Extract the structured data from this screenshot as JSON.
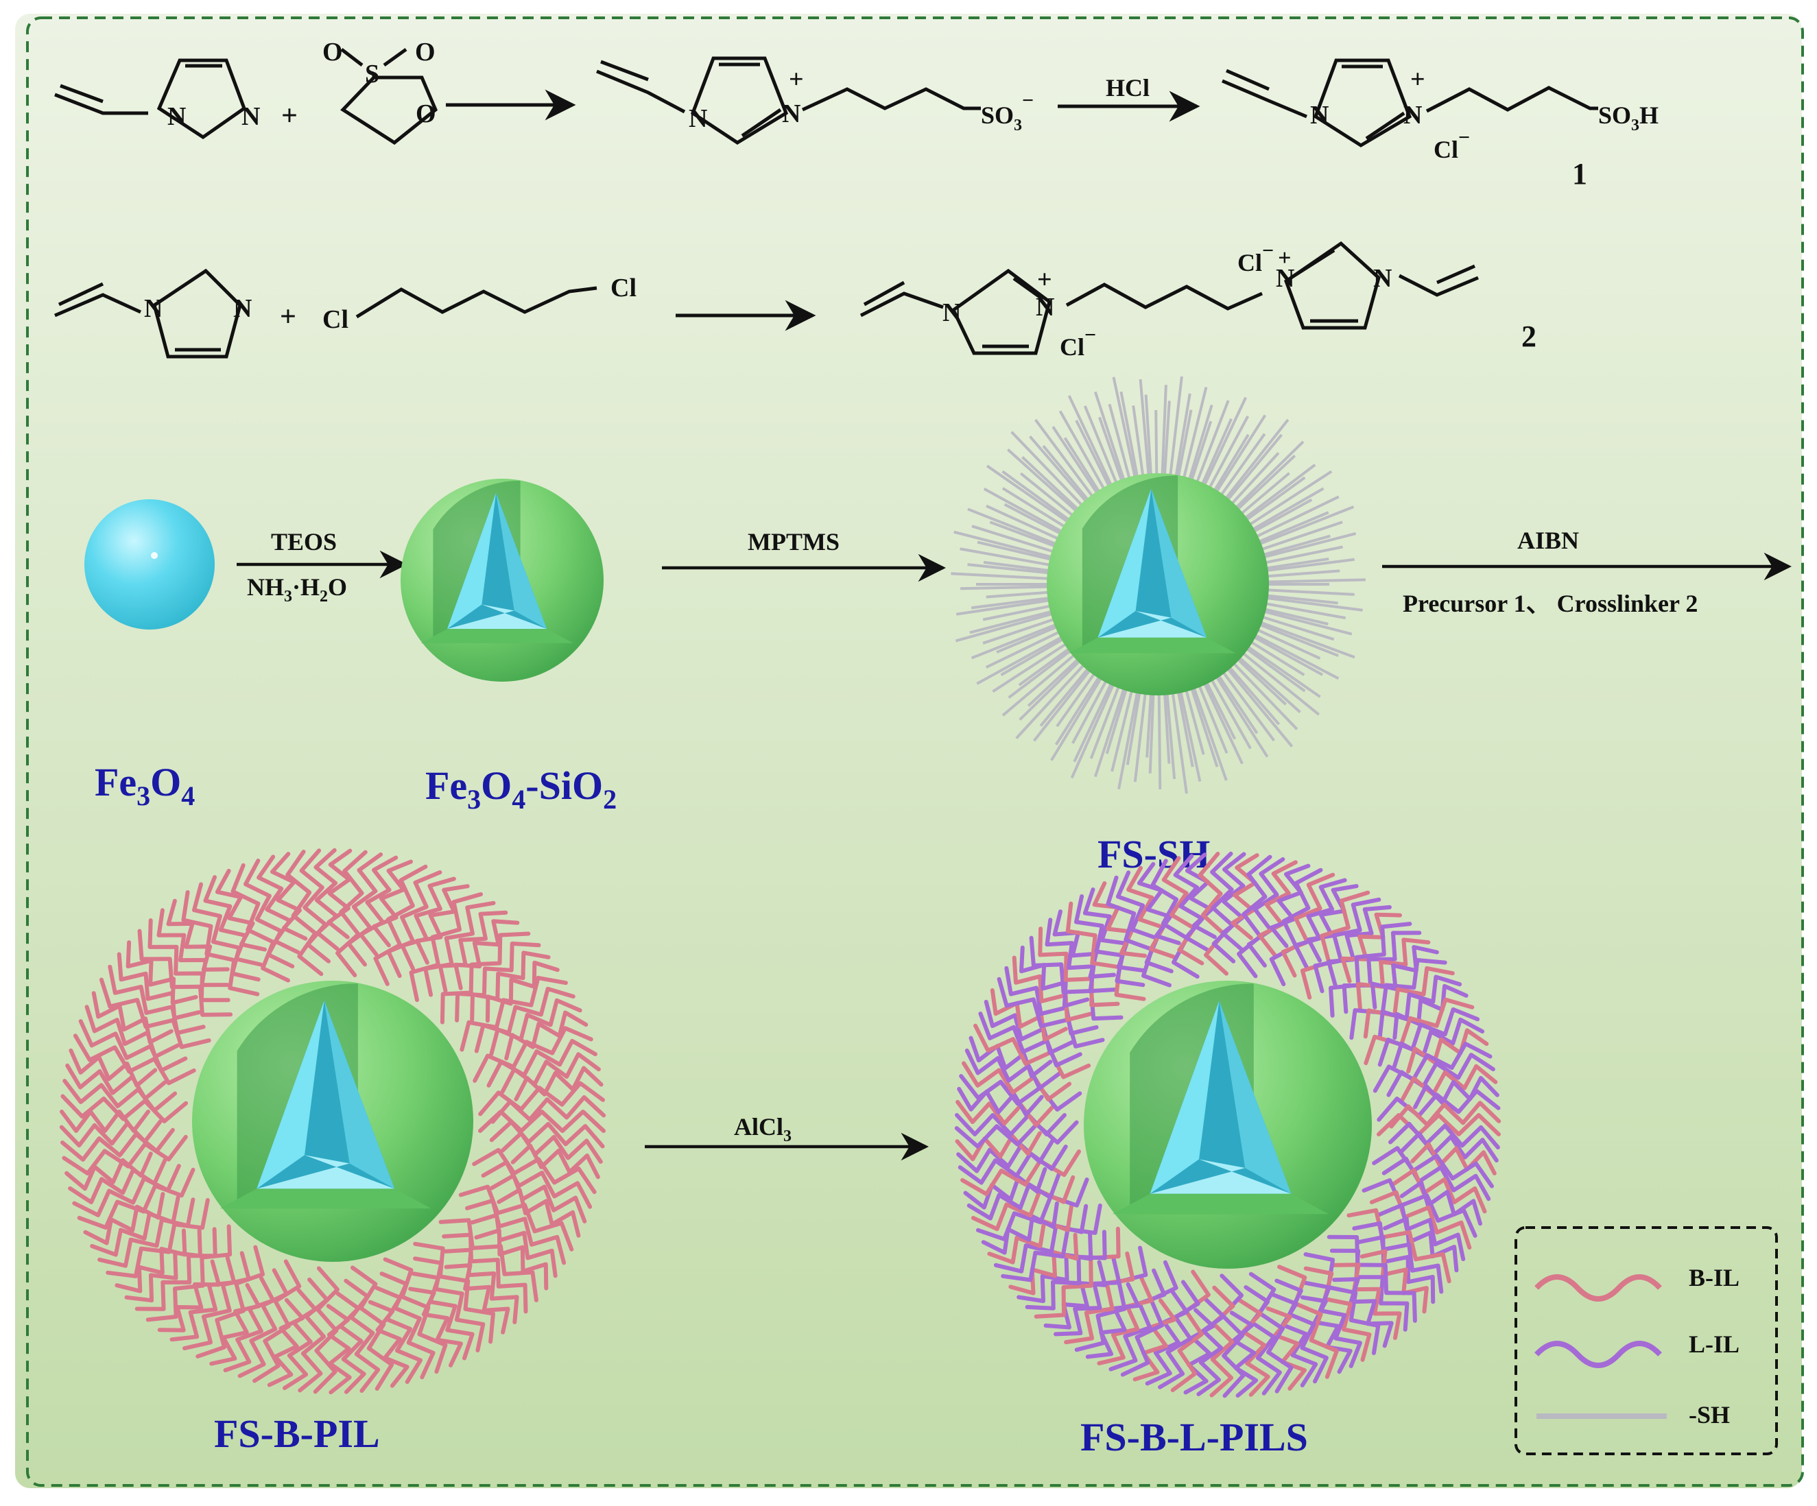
{
  "colors": {
    "bg_top": "#e9f0df",
    "bg_bottom": "#c8dfb0",
    "frame": "#2f7a3a",
    "label": "#1a1aa6",
    "core": "#4fd6ec",
    "shell": "#79d27a",
    "b_il": "#d9788a",
    "l_il": "#a46ad6",
    "sh": "#b9b9c2"
  },
  "reaction1": {
    "plus": "+",
    "sultone_o1": "O",
    "sultone_o2": "O",
    "sultone_s": "S",
    "sultone_o_ring": "O",
    "reagent_hcl": "HCl",
    "atom_n": "N",
    "charge_plus": "+",
    "sulfonate": "SO",
    "sulfonate_sub": "3",
    "sulfonate_charge": "−",
    "acid": "SO",
    "acid_sub": "3",
    "acid_h": "H",
    "chloride": "Cl",
    "chloride_charge": "−",
    "compound_number": "1"
  },
  "reaction2": {
    "plus": "+",
    "cl": "Cl",
    "chloride": "Cl",
    "chloride_charge": "−",
    "charge_plus": "+",
    "atom_n": "N",
    "compound_number": "2"
  },
  "synthesis": {
    "step1_reagent_top": "TEOS",
    "step1_reagent_bottom": "NH",
    "step1_reagent_bottom_sub1": "3",
    "step1_reagent_bottom_mid": "·H",
    "step1_reagent_bottom_sub2": "2",
    "step1_reagent_bottom_end": "O",
    "step2_reagent": "MPTMS",
    "step3_reagent_top": "AIBN",
    "step3_reagent_bottom": "Precursor 1、 Crosslinker 2",
    "step4_reagent": "AlCl",
    "step4_reagent_sub": "3"
  },
  "particles": {
    "fe3o4": {
      "a": "Fe",
      "sub1": "3",
      "b": "O",
      "sub2": "4"
    },
    "fe3o4_sio2": {
      "a": "Fe",
      "sub1": "3",
      "b": "O",
      "sub2": "4",
      "c": "-SiO",
      "sub3": "2"
    },
    "fs_sh": "FS-SH",
    "fs_b_pil": "FS-B-PIL",
    "fs_b_l_pils": "FS-B-L-PILS"
  },
  "legend": [
    {
      "label": "B-IL",
      "color": "#d9788a"
    },
    {
      "label": "L-IL",
      "color": "#a46ad6"
    },
    {
      "label": "-SH",
      "color": "#b9b9c2"
    }
  ]
}
